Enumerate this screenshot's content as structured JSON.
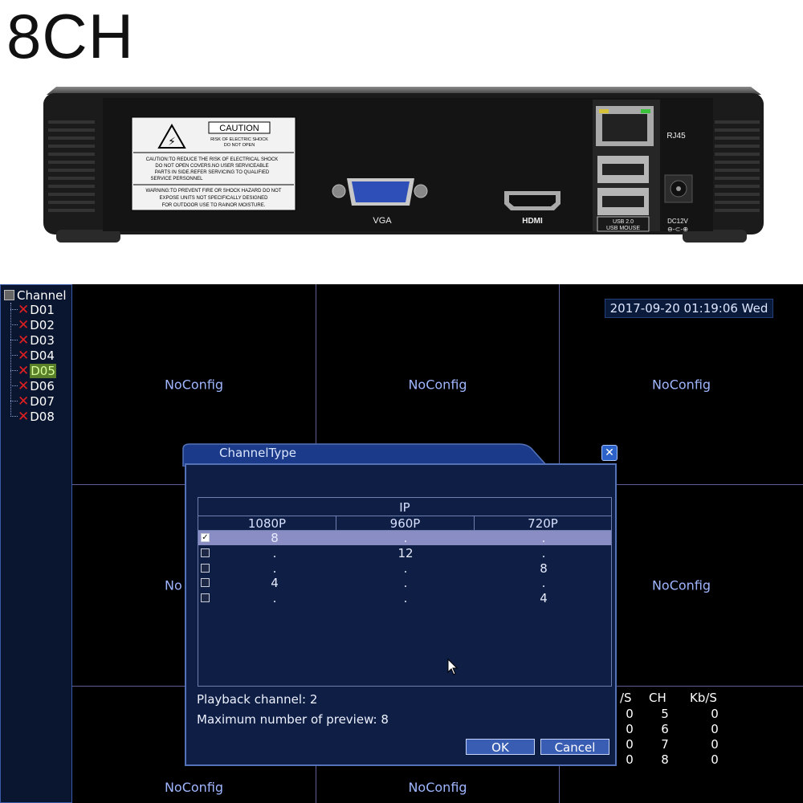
{
  "hero_label": "8CH",
  "device": {
    "caution_title": "CAUTION",
    "caution_sub1": "RISK OF ELECTRIC SHOCK",
    "caution_sub2": "DO NOT OPEN",
    "caution_text1": "CAUTION:TO REDUCE THE RISK OF ELECTRICAL SHOCK",
    "caution_text2": "DO NOT OPEN COVERS.NO USER SERVICEABLE",
    "caution_text3": "PARTS IN SIDE.REFER SERVICING TO QUALIFIED",
    "caution_text4": "SERVICE PERSONNEL",
    "warning_text1": "WARNING:TO PREVENT FIRE OR SHOCK HAZARD DO NOT",
    "warning_text2": "EXPOSE UNITS NOT SPECIFICALLY DESIGNED",
    "warning_text3": "FOR OUTDOOR USE TO RAINOR MOISTURE.",
    "vga_label": "VGA",
    "hdmi_label": "HDMI",
    "rj45_label": "RJ45",
    "usb_label1": "USB 2.0",
    "usb_label2": "USB MOUSE",
    "dc_label": "DC12V",
    "dc_polarity": "⊖-⊂-⊕"
  },
  "screen": {
    "channel_tree": {
      "root": "Channel",
      "items": [
        {
          "label": "D01",
          "selected": false
        },
        {
          "label": "D02",
          "selected": false
        },
        {
          "label": "D03",
          "selected": false
        },
        {
          "label": "D04",
          "selected": false
        },
        {
          "label": "D05",
          "selected": true
        },
        {
          "label": "D06",
          "selected": false
        },
        {
          "label": "D07",
          "selected": false
        },
        {
          "label": "D08",
          "selected": false
        }
      ]
    },
    "datetime": "2017-09-20 01:19:06 Wed",
    "noconfig": "NoConfig",
    "noconfig_partial": "No",
    "stats": {
      "headers": [
        "/S",
        "CH",
        "Kb/S"
      ],
      "rows": [
        [
          "0",
          "5",
          "0"
        ],
        [
          "0",
          "6",
          "0"
        ],
        [
          "0",
          "7",
          "0"
        ],
        [
          "0",
          "8",
          "0"
        ]
      ]
    }
  },
  "dialog": {
    "title": "ChannelType",
    "close": "✕",
    "group_header": "IP",
    "columns": [
      "1080P",
      "960P",
      "720P"
    ],
    "rows": [
      {
        "checked": true,
        "selected": true,
        "values": [
          "8",
          ".",
          "."
        ]
      },
      {
        "checked": false,
        "selected": false,
        "values": [
          ".",
          "12",
          "."
        ]
      },
      {
        "checked": false,
        "selected": false,
        "values": [
          ".",
          ".",
          "8"
        ]
      },
      {
        "checked": false,
        "selected": false,
        "values": [
          "4",
          ".",
          "."
        ]
      },
      {
        "checked": false,
        "selected": false,
        "values": [
          ".",
          ".",
          "4"
        ]
      }
    ],
    "playback_text": "Playback channel: 2",
    "max_preview_text": "Maximum number of preview: 8",
    "ok_label": "OK",
    "cancel_label": "Cancel"
  }
}
